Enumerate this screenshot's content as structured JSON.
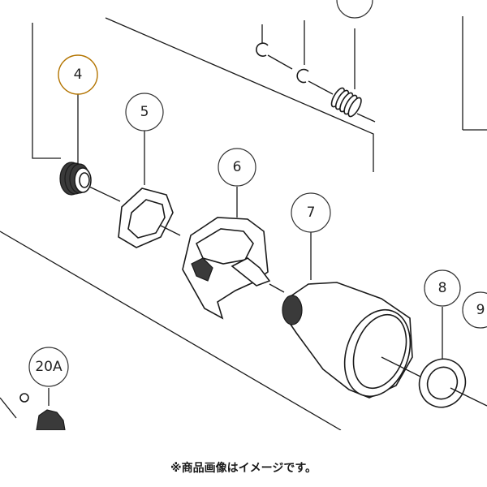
{
  "diagram": {
    "callouts": [
      {
        "id": "4",
        "label": "4",
        "highlighted": true
      },
      {
        "id": "5",
        "label": "5"
      },
      {
        "id": "6",
        "label": "6"
      },
      {
        "id": "7",
        "label": "7"
      },
      {
        "id": "8",
        "label": "8"
      },
      {
        "id": "9",
        "label": "9"
      },
      {
        "id": "20A",
        "label": "20A"
      }
    ],
    "colors": {
      "highlight": "#F5A623",
      "line": "#1a1a1a"
    }
  },
  "caption": "※商品画像はイメージです。"
}
